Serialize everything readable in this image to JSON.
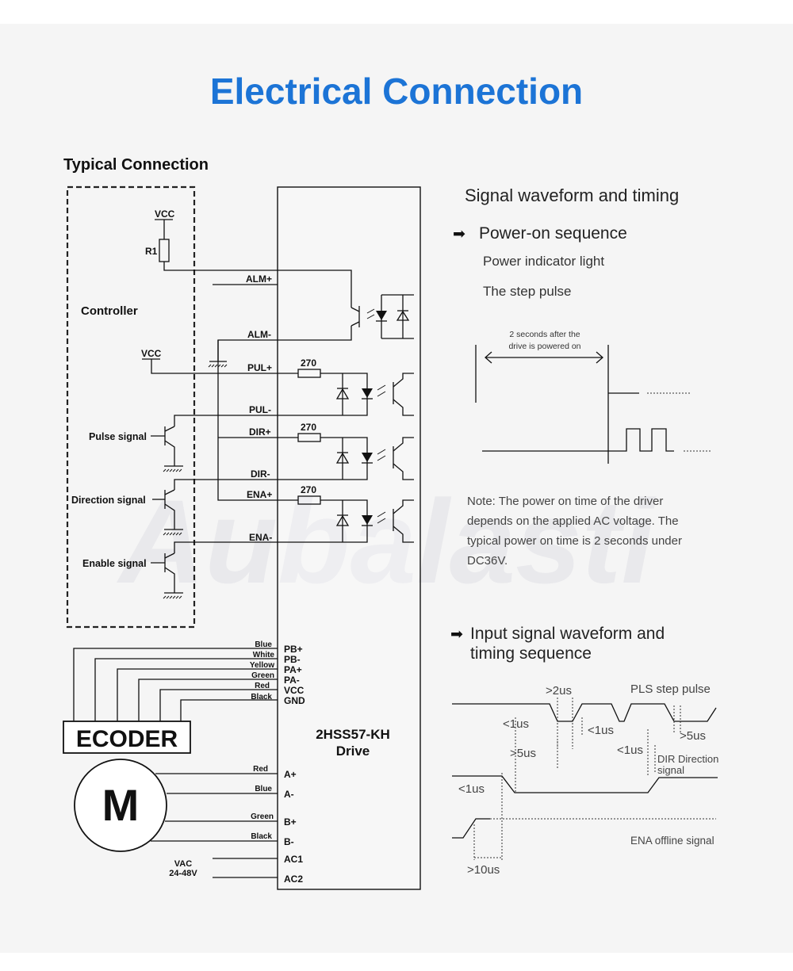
{
  "title": "Electrical Connection",
  "typical_connection": {
    "heading": "Typical Connection",
    "controller_label": "Controller",
    "vcc_top": "VCC",
    "r1": "R1",
    "vcc_mid": "VCC",
    "pulse_signal": "Pulse signal",
    "direction_signal": "Direction signal",
    "enable_signal": "Enable signal",
    "drive_pins": {
      "alm_plus": "ALM+",
      "alm_minus": "ALM-",
      "pul_plus": "PUL+",
      "pul_minus": "PUL-",
      "dir_plus": "DIR+",
      "dir_minus": "DIR-",
      "ena_plus": "ENA+",
      "ena_minus": "ENA-"
    },
    "resistors": [
      "270",
      "270",
      "270"
    ],
    "encoder_pins": [
      "PB+",
      "PB-",
      "PA+",
      "PA-",
      "VCC",
      "GND"
    ],
    "encoder_wire_colors": [
      "Blue",
      "White",
      "Yellow",
      "Green",
      "Red",
      "Black"
    ],
    "encoder_label": "ECODER",
    "drive_name_line1": "2HSS57-KH",
    "drive_name_line2": "Drive",
    "motor_label": "M",
    "motor_pins": [
      "A+",
      "A-",
      "B+",
      "B-"
    ],
    "motor_wire_colors": [
      "Red",
      "Blue",
      "Green",
      "Black"
    ],
    "power_pins": [
      "AC1",
      "AC2"
    ],
    "vac_label": "VAC",
    "vac_range": "24-48V"
  },
  "timing": {
    "heading": "Signal waveform and timing",
    "power_on_heading": "Power-on sequence",
    "power_indicator": "Power indicator light",
    "step_pulse": "The step pulse",
    "delay_note_line1": "2 seconds after the",
    "delay_note_line2": "drive is powered on",
    "note_lines": [
      "Note: The power on time of the driver",
      "depends on the applied AC voltage. The",
      "typical power on time is 2 seconds under",
      "DC36V."
    ],
    "input_heading_line1": "Input signal waveform and",
    "input_heading_line2": "timing sequence",
    "pls_label": "PLS step pulse",
    "dir_label_line1": "DIR Direction",
    "dir_label_line2": "signal",
    "ena_label": "ENA offline signal",
    "t_2us": ">2us",
    "t_1us_a": "<1us",
    "t_1us_b": "<1us",
    "t_5us_a": ">5us",
    "t_5us_b": ">5us",
    "t_1us_c": "<1us",
    "t_1us_d": "<1us",
    "t_10us": ">10us"
  },
  "watermark": "Aubalasti",
  "colors": {
    "title": "#1c74d6",
    "background": "#f5f5f5",
    "ink": "#111111"
  }
}
